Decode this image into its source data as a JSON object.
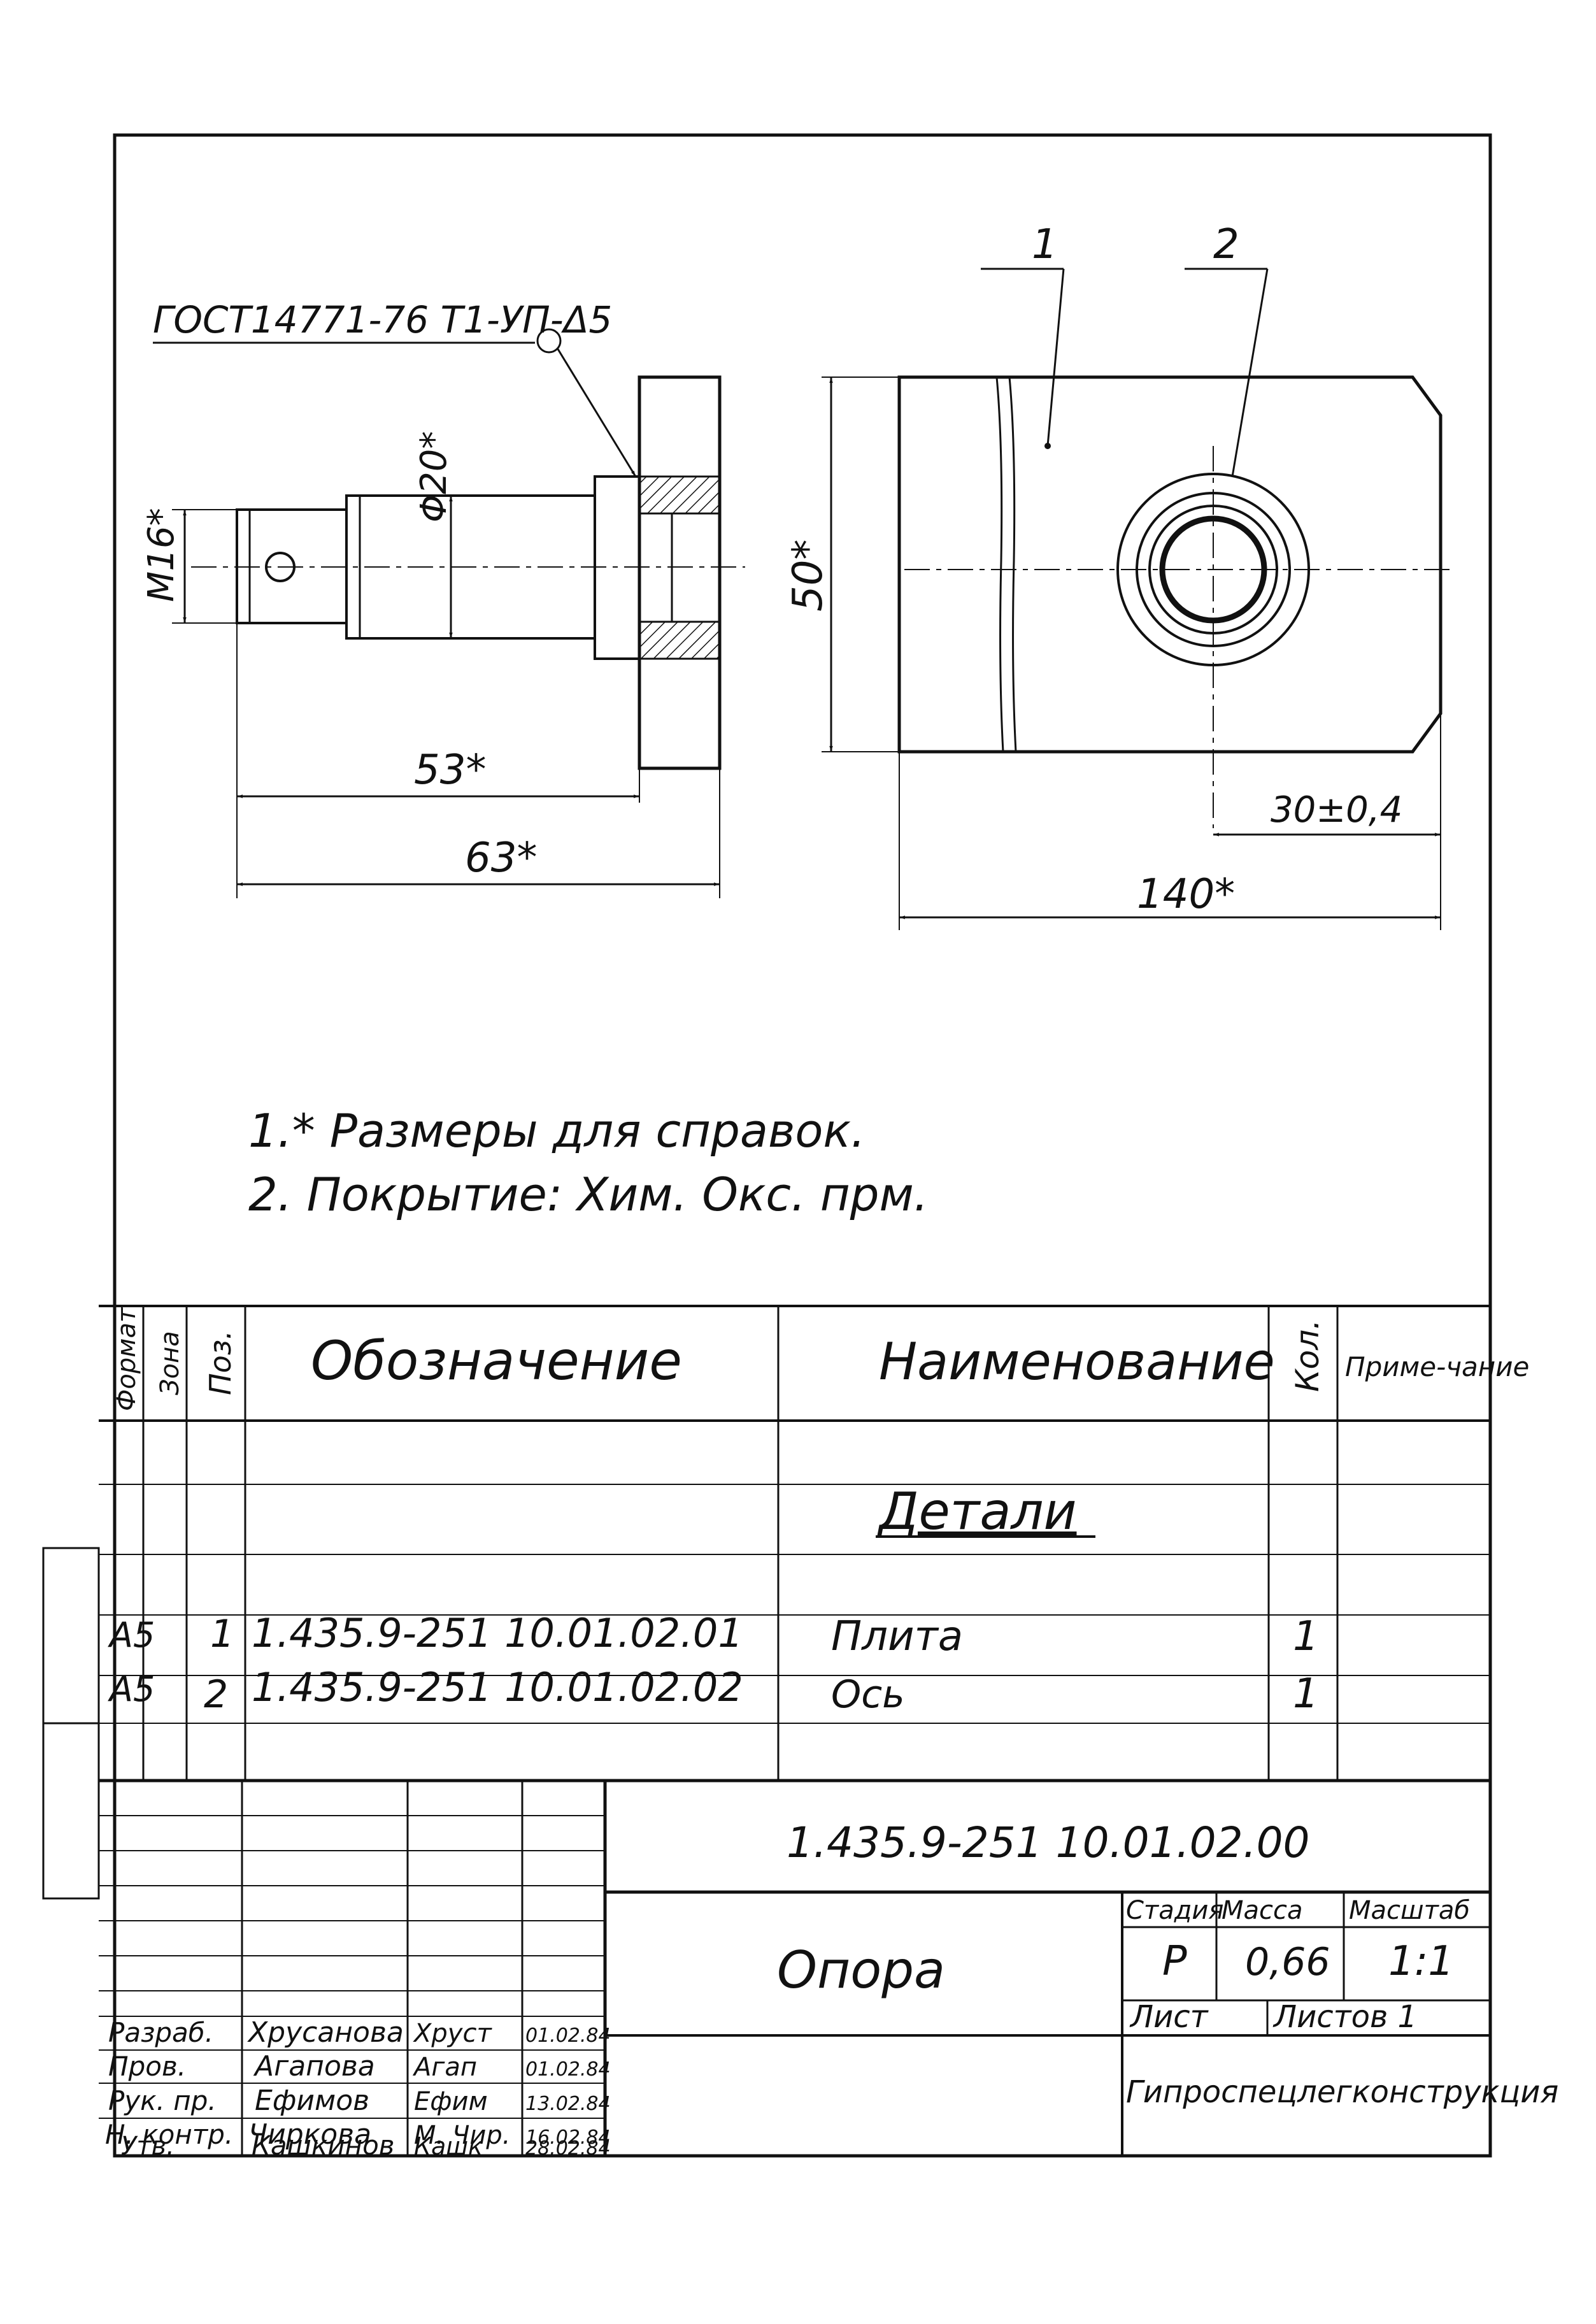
{
  "drawing": {
    "weld_callout": "ГОСТ14771-76 Т1-УП-Δ5",
    "leaders": [
      "1",
      "2"
    ],
    "dimensions": {
      "thread": "M16*",
      "diameter": "Φ20*",
      "length_53": "53*",
      "length_63": "63*",
      "height_50": "50*",
      "offset_30": "30±0,4",
      "length_140": "140*"
    }
  },
  "notes": [
    "1.* Размеры для справок.",
    "2. Покрытие: Хим. Окс. прм."
  ],
  "spec_table": {
    "headers": {
      "format": "Формат",
      "zone": "Зона",
      "pos": "Поз.",
      "designation": "Обозначение",
      "name": "Наименование",
      "qty": "Кол.",
      "note": "Приме-чание"
    },
    "section_title": "Детали",
    "rows": [
      {
        "format": "А5",
        "pos": "1",
        "designation": "1.435.9-251 10.01.02.01",
        "name": "Плита",
        "qty": "1"
      },
      {
        "format": "А5",
        "pos": "2",
        "designation": "1.435.9-251 10.01.02.02",
        "name": "Ось",
        "qty": "1"
      }
    ]
  },
  "title_block": {
    "doc_number": "1.435.9-251 10.01.02.00",
    "title": "Опора",
    "stage_label": "Стадия",
    "mass_label": "Масса",
    "scale_label": "Масштаб",
    "stage": "Р",
    "mass": "0,66",
    "scale": "1:1",
    "sheet_label": "Лист",
    "sheets_label": "Листов 1",
    "organization": "Гипроспецлегконструкция",
    "signatures": [
      {
        "role": "Разраб.",
        "name": "Хрусанова",
        "sign": "Хруст",
        "date": "01.02.84"
      },
      {
        "role": "Пров.",
        "name": "Агапова",
        "sign": "Агап",
        "date": "01.02.84"
      },
      {
        "role": "Рук. пр.",
        "name": "Ефимов",
        "sign": "Ефим",
        "date": "13.02.84"
      },
      {
        "role": "Н. контр.",
        "name": "Чиркова",
        "sign": "М. Чир.",
        "date": "16.02.84"
      },
      {
        "role": "Утв.",
        "name": "Кашкинов",
        "sign": "Кашк",
        "date": "28.02.84"
      }
    ]
  }
}
